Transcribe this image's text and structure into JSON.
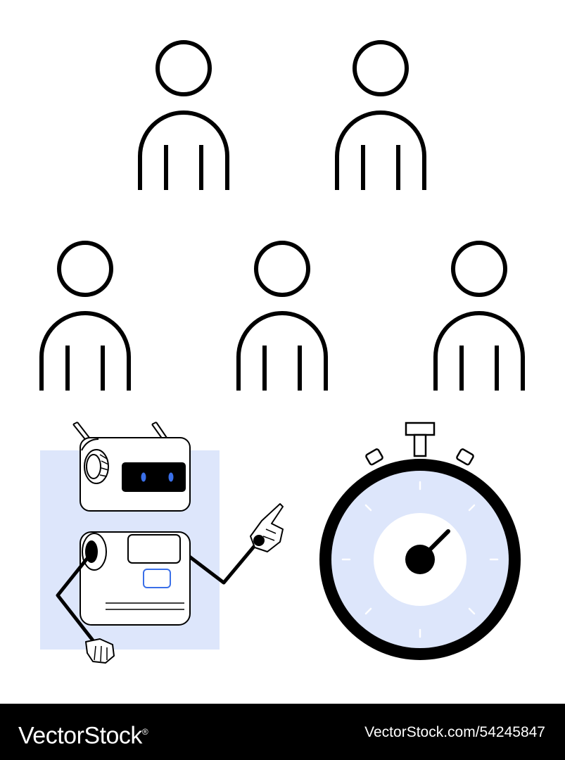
{
  "colors": {
    "background": "#ffffff",
    "stroke": "#000000",
    "accent_light_blue": "#dde6fb",
    "robot_eye_blue": "#3a6fe8",
    "footer_background": "#000000",
    "footer_text": "#ffffff"
  },
  "illustration": {
    "icons": [
      "person-icon",
      "person-icon",
      "person-icon",
      "person-icon",
      "person-icon",
      "robot-icon",
      "stopwatch-icon"
    ],
    "person_count": 5
  },
  "footer": {
    "brand": "VectorStock",
    "brand_mark": "®",
    "url": "VectorStock.com/54245847"
  }
}
